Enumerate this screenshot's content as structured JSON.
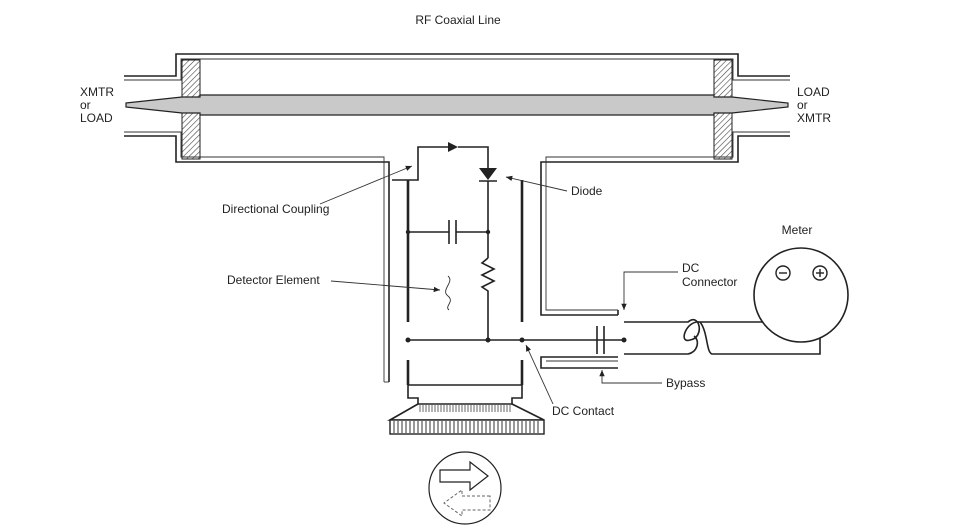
{
  "title": "RF Coaxial Line",
  "left_port": [
    "XMTR",
    "or",
    "LOAD"
  ],
  "right_port": [
    "LOAD",
    "or",
    "XMTR"
  ],
  "labels": {
    "directional_coupling": "Directional Coupling",
    "detector_element": "Detector Element",
    "diode": "Diode",
    "meter": "Meter",
    "dc_connector": [
      "DC",
      "Connector"
    ],
    "bypass": "Bypass",
    "dc_contact": "DC Contact"
  },
  "meter_terminals": {
    "negative": "⊖",
    "positive": "⊕"
  }
}
